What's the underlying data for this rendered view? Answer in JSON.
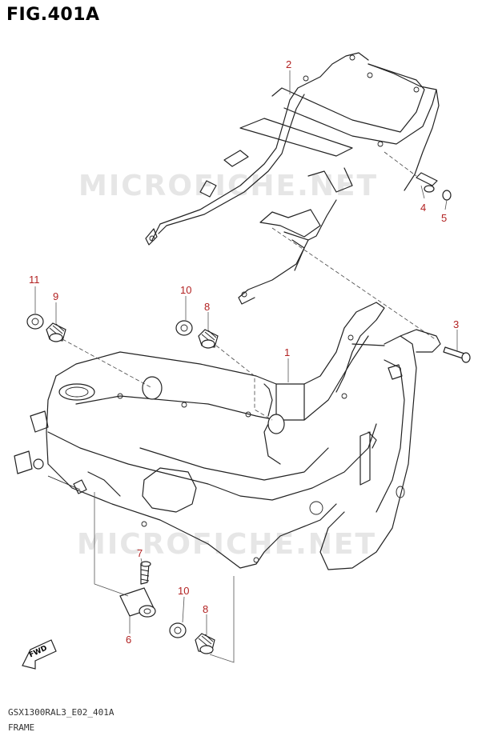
{
  "figure": {
    "title": "FIG.401A",
    "model_code": "GSX1300RAL3_E02_401A",
    "section_name": "FRAME"
  },
  "watermark": {
    "text": "MICROFICHE.NET"
  },
  "direction_badge": {
    "label": "FWD"
  },
  "callouts": [
    {
      "id": "c2",
      "label": "2"
    },
    {
      "id": "c4",
      "label": "4"
    },
    {
      "id": "c5",
      "label": "5"
    },
    {
      "id": "c3",
      "label": "3"
    },
    {
      "id": "c1",
      "label": "1"
    },
    {
      "id": "c11",
      "label": "11"
    },
    {
      "id": "c9",
      "label": "9"
    },
    {
      "id": "c10a",
      "label": "10"
    },
    {
      "id": "c8a",
      "label": "8"
    },
    {
      "id": "c7",
      "label": "7"
    },
    {
      "id": "c6",
      "label": "6"
    },
    {
      "id": "c10b",
      "label": "10"
    },
    {
      "id": "c8b",
      "label": "8"
    }
  ],
  "colors": {
    "callout": "#b22222",
    "line": "#222222",
    "watermark": "#e6e6e6"
  }
}
